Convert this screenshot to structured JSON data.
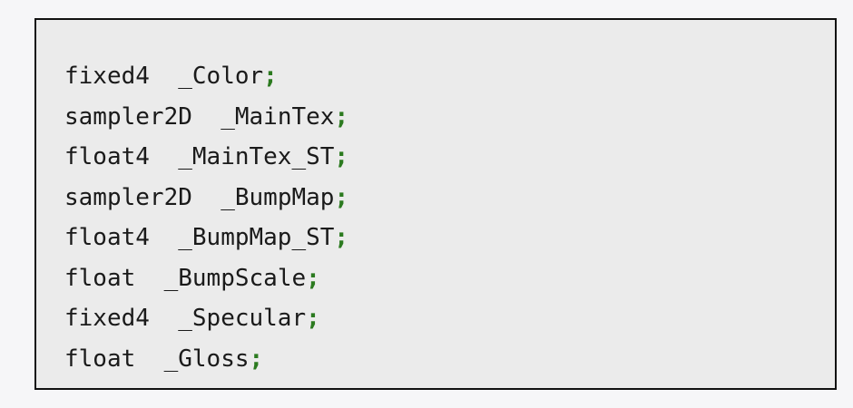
{
  "code": {
    "lines": [
      {
        "type": "fixed4",
        "name": "_Color",
        "end": ";"
      },
      {
        "type": "sampler2D",
        "name": "_MainTex",
        "end": ";"
      },
      {
        "type": "float4",
        "name": "_MainTex_ST",
        "end": ";"
      },
      {
        "type": "sampler2D",
        "name": "_BumpMap",
        "end": ";"
      },
      {
        "type": "float4",
        "name": "_BumpMap_ST",
        "end": ";"
      },
      {
        "type": "float",
        "name": "_BumpScale",
        "end": ";"
      },
      {
        "type": "fixed4",
        "name": "_Specular",
        "end": ";"
      },
      {
        "type": "float",
        "name": "_Gloss",
        "end": ";"
      }
    ]
  },
  "colors": {
    "background": "#f6f6f8",
    "code_background": "#ebebeb",
    "text": "#1a1a1a",
    "punctuation": "#2b7a1f"
  }
}
